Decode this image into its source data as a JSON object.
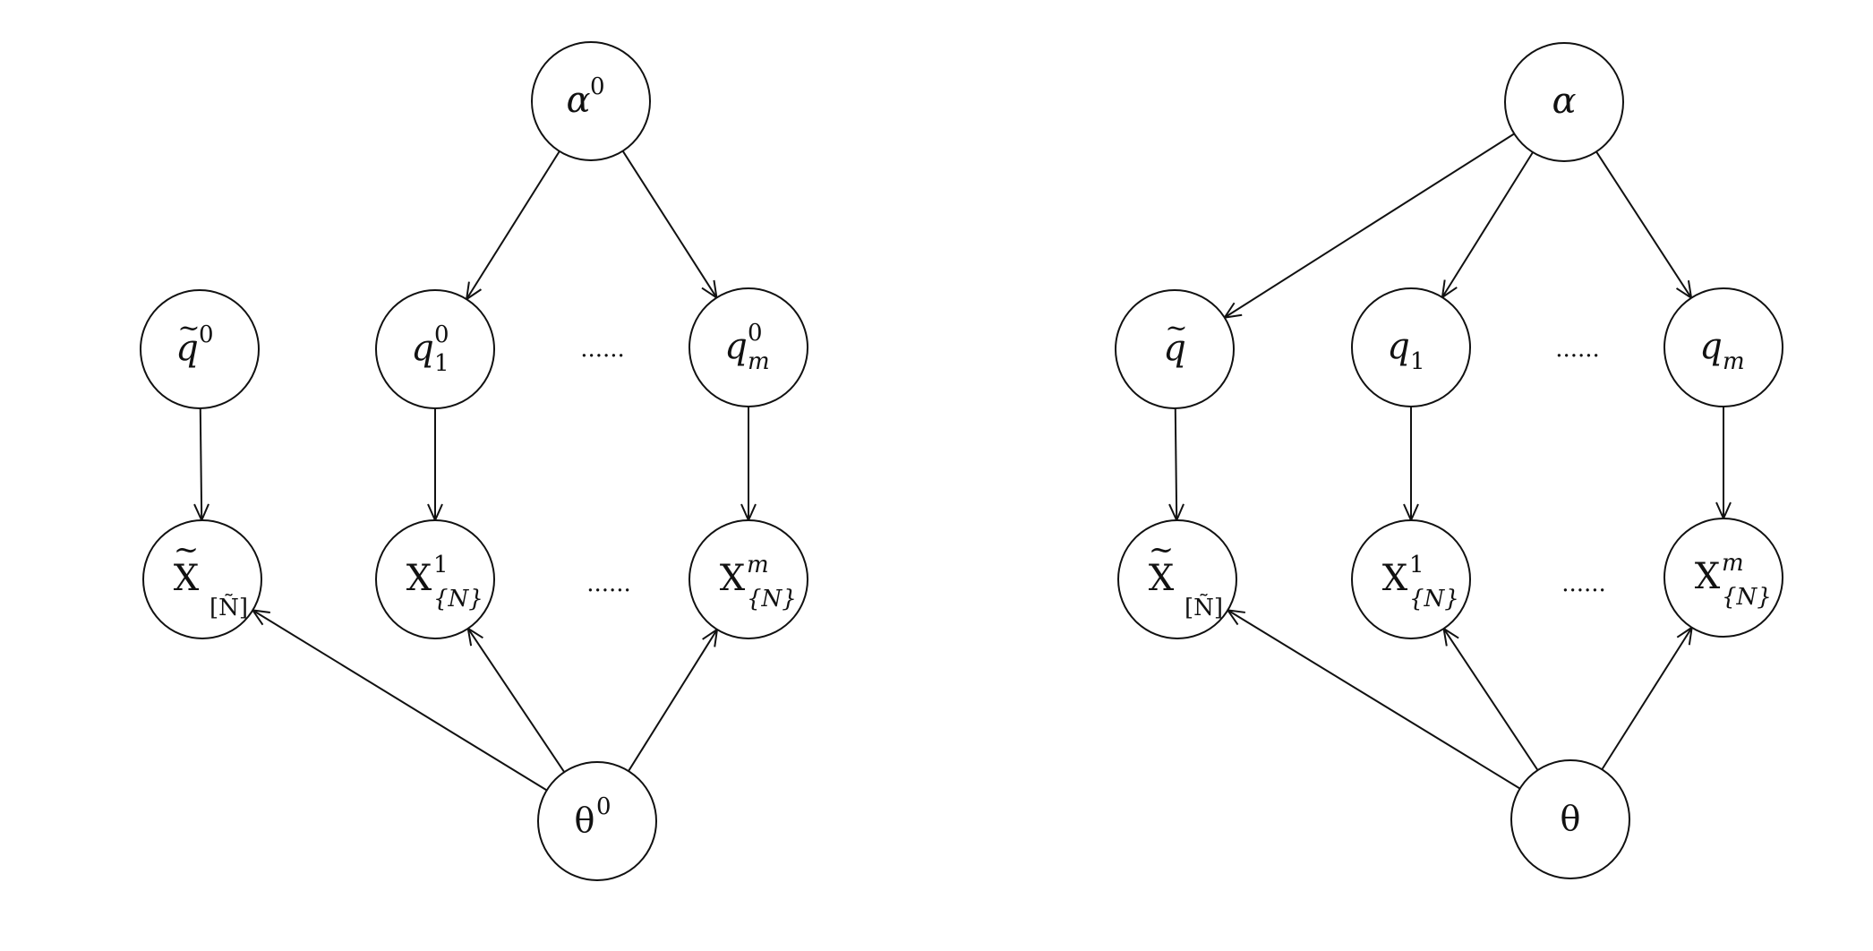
{
  "diagrams": [
    {
      "nodes": [
        {
          "id": "a",
          "base": "α",
          "sup": "0",
          "sub": "",
          "tilde": false,
          "italic": true
        },
        {
          "id": "qt",
          "base": "q",
          "sup": "0",
          "sub": "",
          "tilde": true,
          "italic": true
        },
        {
          "id": "q1",
          "base": "q",
          "sup": "0",
          "sub": "1",
          "tilde": false,
          "italic": true
        },
        {
          "id": "qm",
          "base": "q",
          "sup": "0",
          "sub": "m",
          "tilde": false,
          "italic": true
        },
        {
          "id": "Xt",
          "base": "X",
          "sup": "",
          "sub": "[Ñ]",
          "tilde": true,
          "italic": false
        },
        {
          "id": "X1",
          "base": "X",
          "sup": "1",
          "sub": "{N}",
          "tilde": false,
          "italic": false
        },
        {
          "id": "Xm",
          "base": "X",
          "sup": "m",
          "sub": "{N}",
          "tilde": false,
          "italic": false
        },
        {
          "id": "th",
          "base": "θ",
          "sup": "0",
          "sub": "",
          "tilde": false,
          "italic": false
        }
      ],
      "edges": [
        [
          "a",
          "q1"
        ],
        [
          "a",
          "qm"
        ],
        [
          "qt",
          "Xt"
        ],
        [
          "q1",
          "X1"
        ],
        [
          "qm",
          "Xm"
        ],
        [
          "th",
          "Xt"
        ],
        [
          "th",
          "X1"
        ],
        [
          "th",
          "Xm"
        ]
      ],
      "ellipses": [
        "......",
        "......"
      ]
    },
    {
      "nodes": [
        {
          "id": "a",
          "base": "α",
          "sup": "",
          "sub": "",
          "tilde": false,
          "italic": true
        },
        {
          "id": "qt",
          "base": "q",
          "sup": "",
          "sub": "",
          "tilde": true,
          "italic": true
        },
        {
          "id": "q1",
          "base": "q",
          "sup": "",
          "sub": "1",
          "tilde": false,
          "italic": true
        },
        {
          "id": "qm",
          "base": "q",
          "sup": "",
          "sub": "m",
          "tilde": false,
          "italic": true
        },
        {
          "id": "Xt",
          "base": "X",
          "sup": "",
          "sub": "[Ñ]",
          "tilde": true,
          "italic": false
        },
        {
          "id": "X1",
          "base": "X",
          "sup": "1",
          "sub": "{N}",
          "tilde": false,
          "italic": false
        },
        {
          "id": "Xm",
          "base": "X",
          "sup": "m",
          "sub": "{N}",
          "tilde": false,
          "italic": false
        },
        {
          "id": "th",
          "base": "θ",
          "sup": "",
          "sub": "",
          "tilde": false,
          "italic": false
        }
      ],
      "edges": [
        [
          "a",
          "qt"
        ],
        [
          "a",
          "q1"
        ],
        [
          "a",
          "qm"
        ],
        [
          "qt",
          "Xt"
        ],
        [
          "q1",
          "X1"
        ],
        [
          "qm",
          "Xm"
        ],
        [
          "th",
          "Xt"
        ],
        [
          "th",
          "X1"
        ],
        [
          "th",
          "Xm"
        ]
      ],
      "ellipses": [
        "......",
        "......"
      ]
    }
  ]
}
